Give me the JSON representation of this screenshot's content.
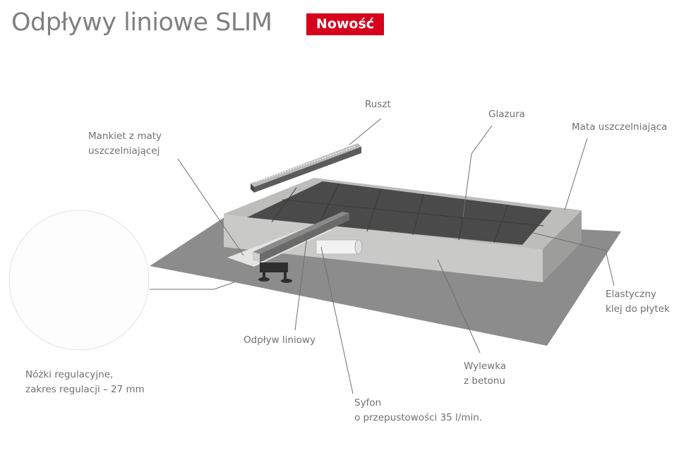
{
  "header": {
    "title": "Odpływy liniowe SLIM",
    "badge": "Nowość"
  },
  "colors": {
    "badge": "#d6001c",
    "text": "#707070"
  },
  "labels": {
    "ruszt": "Ruszt",
    "glazura": "Glazura",
    "mata": "Mata uszczelniająca",
    "mankiet": [
      "Mankiet z maty",
      "uszczelniającej"
    ],
    "klej": [
      "Elastyczny",
      "klej do płytek"
    ],
    "odplyw": "Odpływ liniowy",
    "wylewka": [
      "Wylewka",
      "z betonu"
    ],
    "syfon": [
      "Syfon",
      "o przepustowości 35 l/min."
    ],
    "nozki": [
      "Nóżki regulacyjne,",
      "zakres regulacji – 27 mm"
    ]
  }
}
